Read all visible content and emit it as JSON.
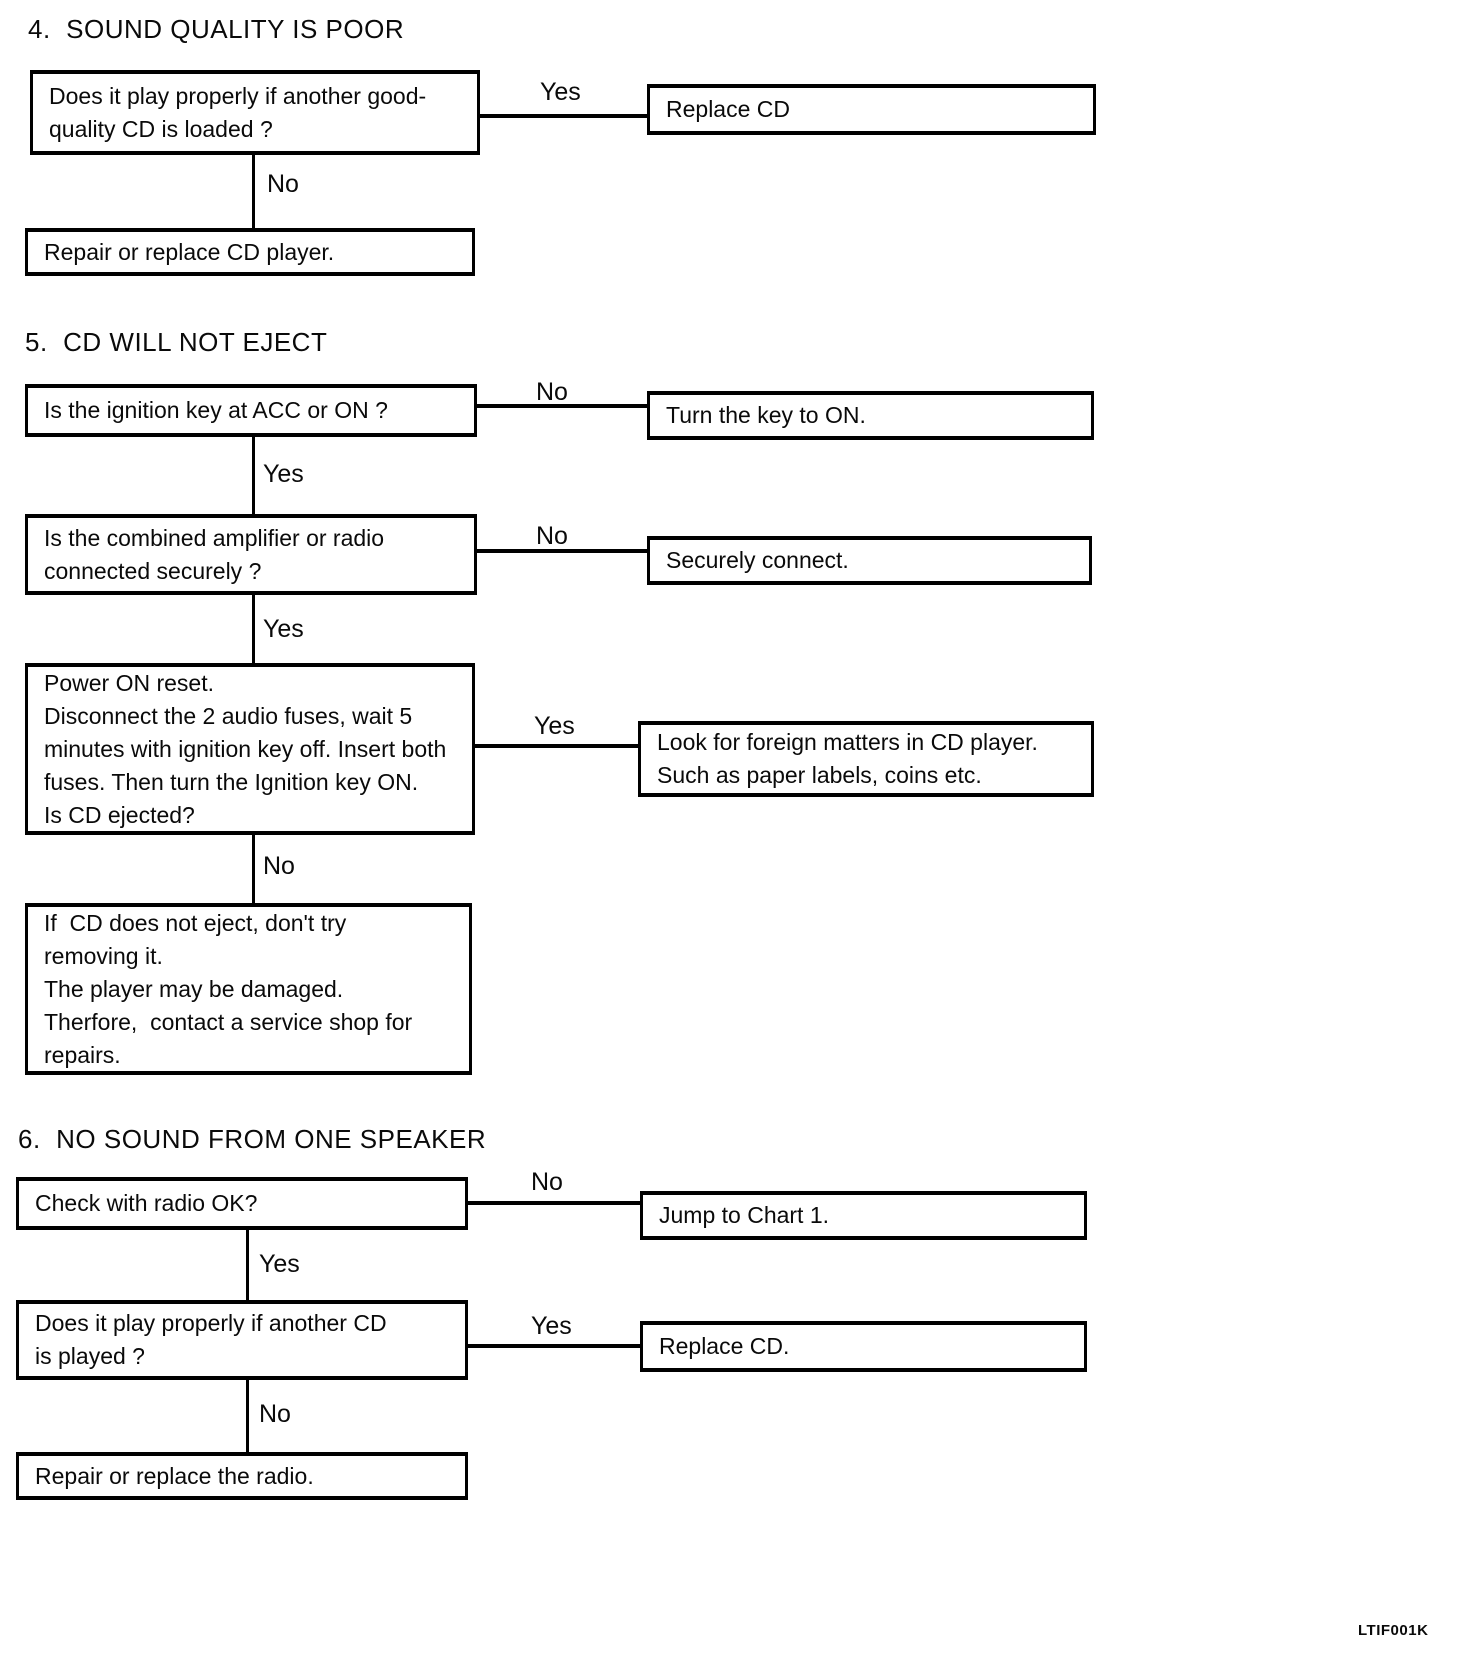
{
  "labels": {
    "yes": "Yes",
    "no": "No"
  },
  "footer_code": "LTIF001K",
  "sections": [
    {
      "heading": "4.  SOUND QUALITY IS POOR",
      "question1": "Does it play properly if another good-\nquality CD is loaded ?",
      "q1_yes_action": "Replace CD",
      "q1_no_action": "Repair or replace CD player."
    },
    {
      "heading": "5.  CD WILL NOT EJECT",
      "question1": "Is the ignition key at ACC or ON ?",
      "q1_no_action": "Turn the key to ON.",
      "question2": "Is the combined amplifier or radio\nconnected securely ?",
      "q2_no_action": "Securely connect.",
      "question3": "Power ON reset.\nDisconnect the 2 audio fuses, wait 5\nminutes with ignition key off. Insert both\nfuses. Then turn the Ignition key ON.\nIs CD ejected?",
      "q3_yes_action": "Look for foreign matters in CD player.\nSuch as paper labels, coins etc.",
      "q3_no_action": "If  CD does not eject, don't try\nremoving it.\nThe player may be damaged.\nTherfore,  contact a service shop for\nrepairs."
    },
    {
      "heading": "6.  NO SOUND FROM ONE SPEAKER",
      "question1": "Check with radio OK?",
      "q1_no_action": "Jump to Chart 1.",
      "question2": "Does it play properly if another CD\nis played ?",
      "q2_yes_action": "Replace CD.",
      "q2_no_action": "Repair or replace the radio."
    }
  ]
}
